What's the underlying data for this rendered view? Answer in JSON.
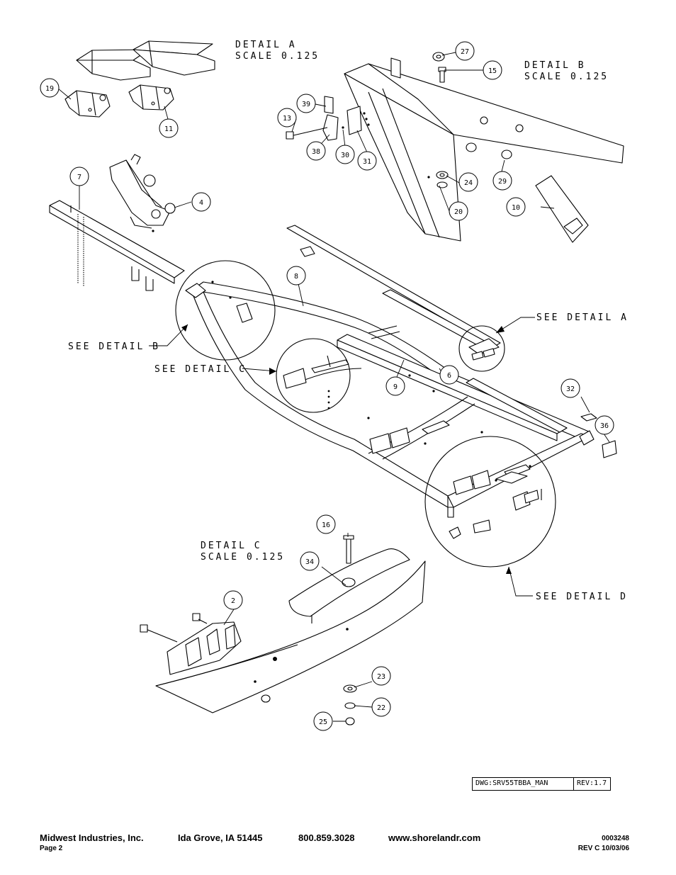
{
  "details": {
    "detail_a": {
      "line1": "DETAIL A",
      "line2": "SCALE 0.125"
    },
    "detail_b": {
      "line1": "DETAIL B",
      "line2": "SCALE 0.125"
    },
    "detail_c": {
      "line1": "DETAIL C",
      "line2": "SCALE 0.125"
    }
  },
  "references": {
    "see_a": "SEE DETAIL A",
    "see_b": "SEE DETAIL B",
    "see_c": "SEE DETAIL C",
    "see_d": "SEE DETAIL D"
  },
  "callouts": {
    "c27": "27",
    "c15": "15",
    "c19": "19",
    "c11": "11",
    "c39": "39",
    "c13": "13",
    "c38": "38",
    "c30": "30",
    "c31": "31",
    "c24": "24",
    "c29": "29",
    "c20": "20",
    "c10": "10",
    "c7": "7",
    "c4": "4",
    "c8": "8",
    "c6": "6",
    "c9": "9",
    "c32": "32",
    "c36": "36",
    "c16": "16",
    "c34": "34",
    "c2": "2",
    "c23": "23",
    "c22": "22",
    "c25": "25"
  },
  "title_block": {
    "dwg": "DWG:SRV55TBBA_MAN",
    "rev": "REV:1.7"
  },
  "footer": {
    "company": "Midwest Industries, Inc.",
    "city": "Ida Grove, IA 51445",
    "phone": "800.859.3028",
    "website": "www.shorelandr.com",
    "doc_number": "0003248",
    "page": "Page 2",
    "revision": "REV C 10/03/06"
  }
}
